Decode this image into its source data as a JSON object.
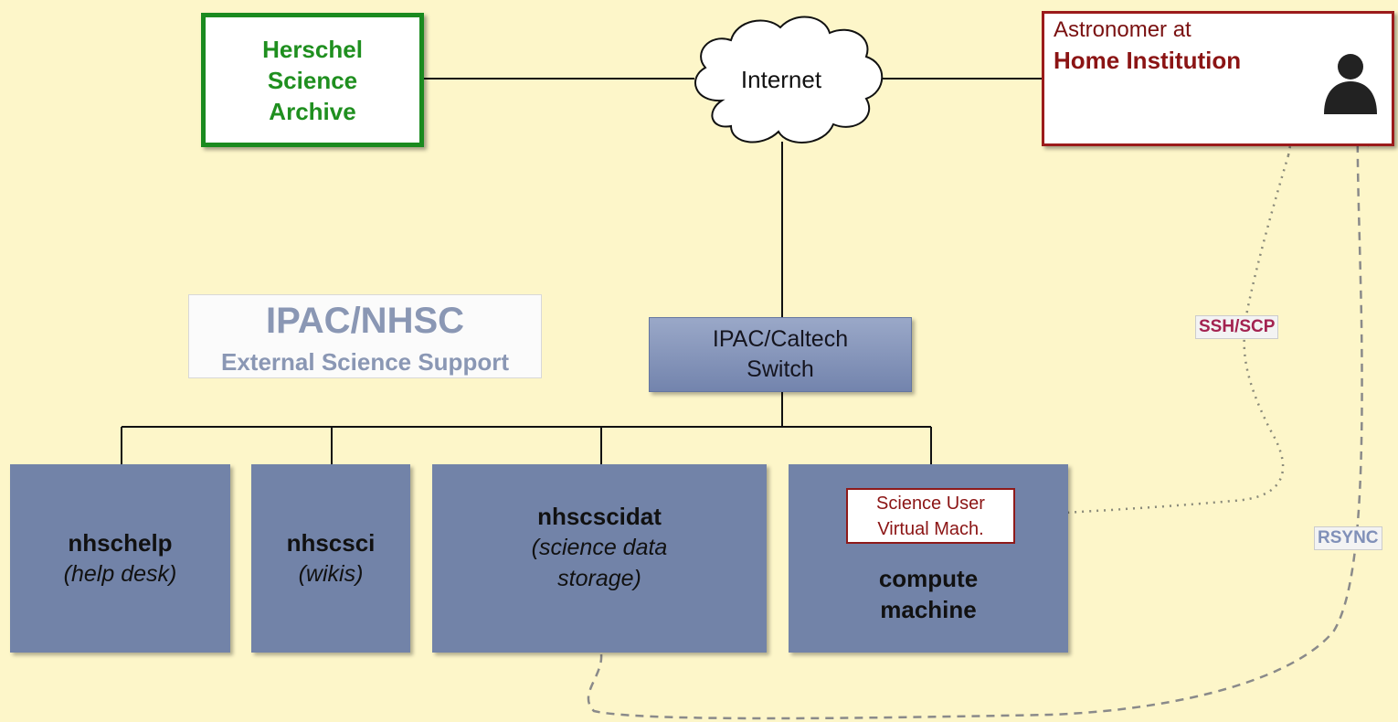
{
  "archive": {
    "lines": [
      "Herschel",
      "Science",
      "Archive"
    ]
  },
  "internet": {
    "label": "Internet"
  },
  "astronomer": {
    "line1": "Astronomer  at",
    "line2": "Home Institution",
    "icon": "person-icon"
  },
  "title": {
    "main": "IPAC/NHSC",
    "sub": "External Science Support"
  },
  "switch": {
    "line1": "IPAC/Caltech",
    "line2": "Switch"
  },
  "nodes": [
    {
      "name": "nhschelp",
      "desc": "(help desk)"
    },
    {
      "name": "nhscsci",
      "desc": "(wikis)"
    },
    {
      "name": "nhscscidat",
      "desc_lines": [
        "(science data",
        "storage)"
      ]
    },
    {
      "name_lines": [
        "compute",
        "machine"
      ]
    }
  ],
  "vm": {
    "line1": "Science User",
    "line2": "Virtual Mach."
  },
  "links": {
    "ssh": "SSH/SCP",
    "rsync": "RSYNC"
  },
  "colors": {
    "background": "#fdf6c9",
    "archive_green": "#1a8a1f",
    "home_red": "#9b1b1b",
    "node_blue": "#7283a8",
    "ssh_red": "#a32250",
    "rsync_blue": "#8090b8"
  }
}
